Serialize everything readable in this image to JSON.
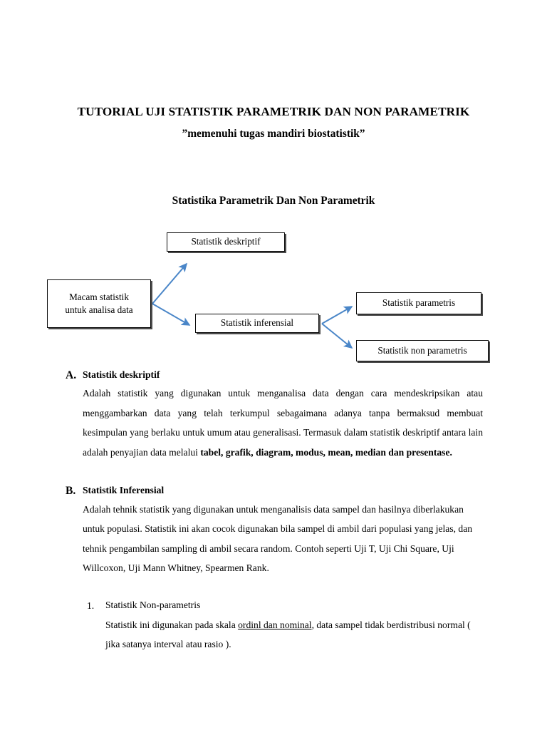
{
  "document": {
    "title": "TUTORIAL UJI STATISTIK PARAMETRIK DAN NON PARAMETRIK",
    "subtitle": "”memenuhi tugas mandiri biostatistik”",
    "section_heading": "Statistika Parametrik Dan Non Parametrik"
  },
  "diagram": {
    "arrow_color": "#4a86c8",
    "box_border_color": "#0b0b0b",
    "boxes": {
      "root": "Macam statistik untuk analisa data",
      "root_line1": "Macam statistik",
      "root_line2": "untuk analisa data",
      "deskriptif": "Statistik deskriptif",
      "inferensial": "Statistik inferensial",
      "parametris": "Statistik parametris",
      "non_parametris": "Statistik non parametris"
    }
  },
  "sections": [
    {
      "marker": "A.",
      "heading": "Statistik deskriptif",
      "body_before_bold": "Adalah statistik yang digunakan untuk menganalisa data dengan cara mendeskripsikan atau menggambarkan data yang telah terkumpul sebagaimana adanya tanpa bermaksud membuat kesimpulan yang berlaku untuk umum atau generalisasi. Termasuk dalam statistik deskriptif antara lain adalah penyajian data melalui ",
      "body_bold": "tabel, grafik, diagram, modus, mean, median dan presentase."
    },
    {
      "marker": "B.",
      "heading": "Statistik Inferensial",
      "body": "Adalah tehnik statistik yang digunakan untuk menganalisis data sampel dan hasilnya diberlakukan untuk populasi. Statistik ini akan cocok digunakan bila sampel di ambil dari populasi yang jelas, dan tehnik pengambilan sampling di ambil secara random. Contoh seperti Uji T, Uji Chi Square, Uji Willcoxon, Uji Mann Whitney, Spearmen Rank."
    }
  ],
  "numbered_list": [
    {
      "num": "1.",
      "heading": "Statistik Non-parametris",
      "body_part1": "Statistik ini digunakan pada skala ",
      "body_underlined": "ordinl dan nominal",
      "body_part2": ", data sampel tidak berdistribusi normal ( jika satanya interval atau rasio )."
    }
  ]
}
